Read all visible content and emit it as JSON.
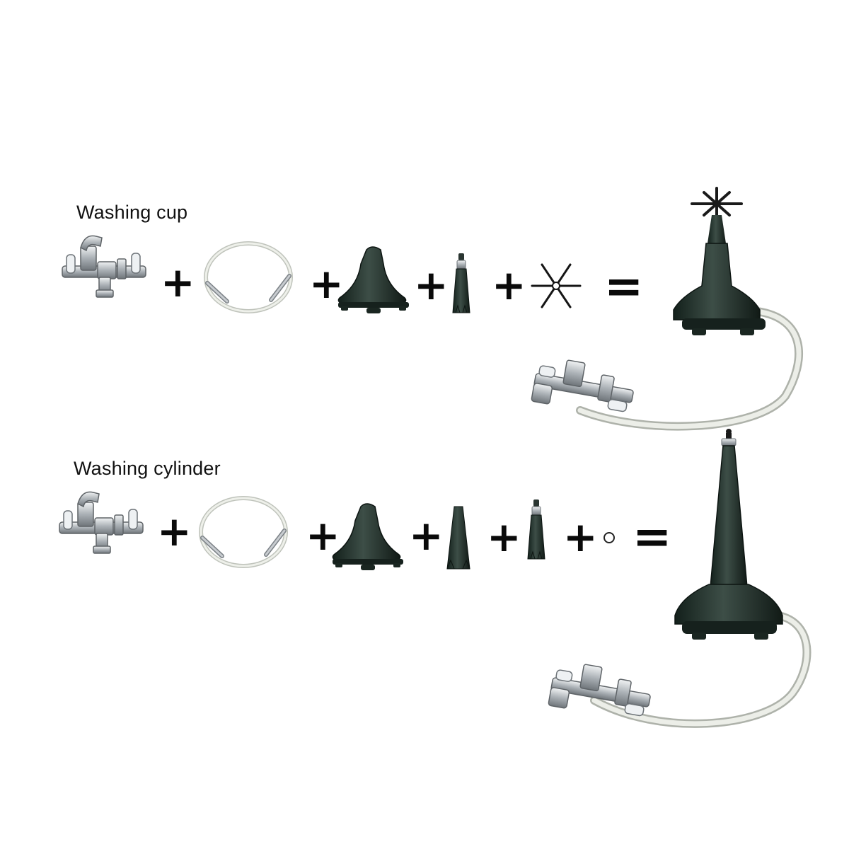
{
  "rows": [
    {
      "title": "Washing cup",
      "parts": [
        "valve",
        "hose",
        "base",
        "short-nozzle",
        "star-spray"
      ],
      "operators": [
        "+",
        "+",
        "+",
        "+",
        "="
      ]
    },
    {
      "title": "Washing cylinder",
      "parts": [
        "valve",
        "hose",
        "base",
        "tall-tube",
        "short-nozzle",
        "ring-washer"
      ],
      "operators": [
        "+",
        "+",
        "+",
        "+",
        "+",
        "="
      ]
    }
  ],
  "colors": {
    "metal": "#b9bec3",
    "metal_dark": "#7c8287",
    "handle": "#e8ecef",
    "hose": "#e6e8e2",
    "plastic": "#1d2a25",
    "plastic_light": "#3a4a44"
  }
}
